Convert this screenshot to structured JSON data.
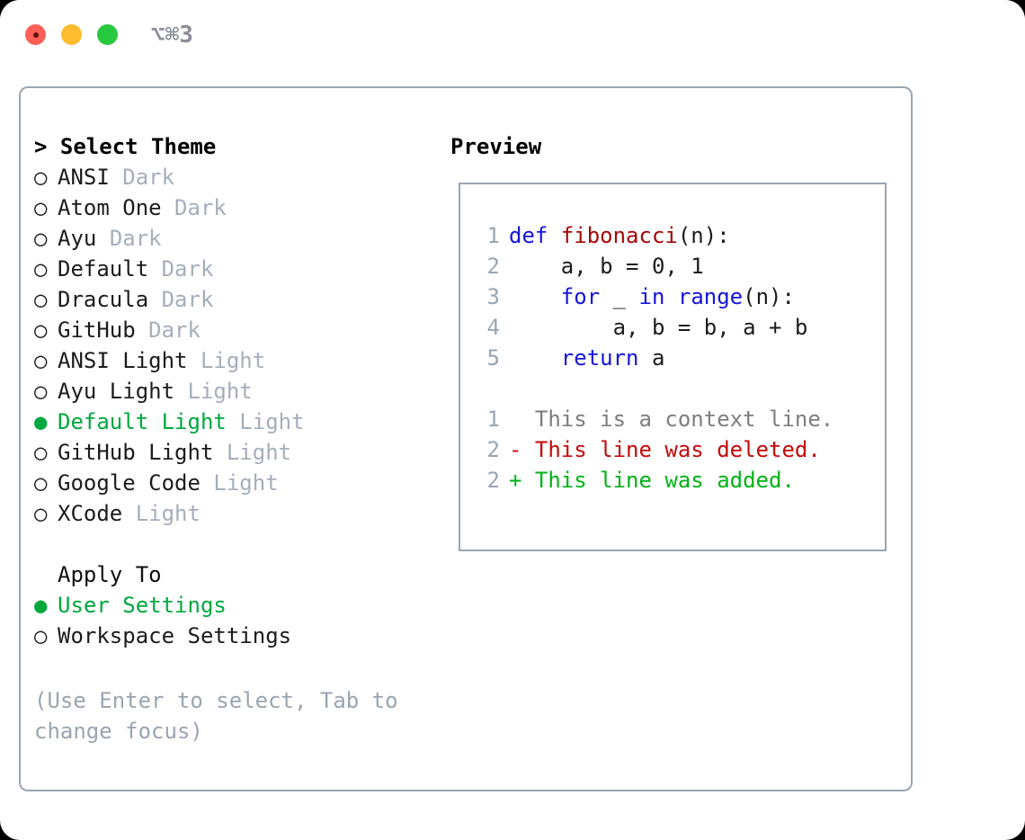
{
  "window": {
    "title": "⌥⌘3",
    "traffic_lights": [
      "close",
      "minimize",
      "zoom"
    ]
  },
  "colors": {
    "accent_green": "#00a83e",
    "muted": "#9aa5b1",
    "border": "#9aa5b1",
    "keyword_blue": "#1414dd",
    "function_red": "#a30707",
    "diff_delete": "#c40a0a",
    "diff_add": "#00b216",
    "close_red": "#ff5f57",
    "minimize_yellow": "#febc2e",
    "zoom_green": "#28c840"
  },
  "theme_list": {
    "header": "> Select Theme",
    "items": [
      {
        "bullet": "○",
        "name": "ANSI",
        "tag": "Dark",
        "selected": false
      },
      {
        "bullet": "○",
        "name": "Atom One",
        "tag": "Dark",
        "selected": false
      },
      {
        "bullet": "○",
        "name": "Ayu",
        "tag": "Dark",
        "selected": false
      },
      {
        "bullet": "○",
        "name": "Default",
        "tag": "Dark",
        "selected": false
      },
      {
        "bullet": "○",
        "name": "Dracula",
        "tag": "Dark",
        "selected": false
      },
      {
        "bullet": "○",
        "name": "GitHub",
        "tag": "Dark",
        "selected": false
      },
      {
        "bullet": "○",
        "name": "ANSI Light",
        "tag": "Light",
        "selected": false
      },
      {
        "bullet": "○",
        "name": "Ayu Light",
        "tag": "Light",
        "selected": false
      },
      {
        "bullet": "●",
        "name": "Default Light",
        "tag": "Light",
        "selected": true
      },
      {
        "bullet": "○",
        "name": "GitHub Light",
        "tag": "Light",
        "selected": false
      },
      {
        "bullet": "○",
        "name": "Google Code",
        "tag": "Light",
        "selected": false
      },
      {
        "bullet": "○",
        "name": "XCode",
        "tag": "Light",
        "selected": false
      }
    ]
  },
  "apply_to": {
    "label": "Apply To",
    "options": [
      {
        "bullet": "●",
        "name": "User Settings",
        "selected": true
      },
      {
        "bullet": "○",
        "name": "Workspace Settings",
        "selected": false
      }
    ]
  },
  "hint": "(Use Enter to select, Tab to change focus)",
  "preview": {
    "title": "Preview",
    "code_lines": [
      {
        "n": "1",
        "tokens": [
          {
            "t": "def",
            "c": "kw"
          },
          {
            "t": " ",
            "c": "pl"
          },
          {
            "t": "fibonacci",
            "c": "fn"
          },
          {
            "t": "(n):",
            "c": "pl"
          }
        ]
      },
      {
        "n": "2",
        "tokens": [
          {
            "t": "    a, b = 0, 1",
            "c": "pl"
          }
        ]
      },
      {
        "n": "3",
        "tokens": [
          {
            "t": "    ",
            "c": "pl"
          },
          {
            "t": "for",
            "c": "kw"
          },
          {
            "t": " _ ",
            "c": "pl"
          },
          {
            "t": "in",
            "c": "kw"
          },
          {
            "t": " ",
            "c": "pl"
          },
          {
            "t": "range",
            "c": "kw"
          },
          {
            "t": "(n):",
            "c": "pl"
          }
        ]
      },
      {
        "n": "4",
        "tokens": [
          {
            "t": "        a, b = b, a + b",
            "c": "pl"
          }
        ]
      },
      {
        "n": "5",
        "tokens": [
          {
            "t": "    ",
            "c": "pl"
          },
          {
            "t": "return",
            "c": "kw"
          },
          {
            "t": " a",
            "c": "pl"
          }
        ]
      }
    ],
    "diff_lines": [
      {
        "n": "1",
        "marker": " ",
        "text": "This is a context line.",
        "kind": "ctx"
      },
      {
        "n": "2",
        "marker": "-",
        "text": "This line was deleted.",
        "kind": "del"
      },
      {
        "n": "2",
        "marker": "+",
        "text": "This line was added.",
        "kind": "add"
      }
    ]
  }
}
